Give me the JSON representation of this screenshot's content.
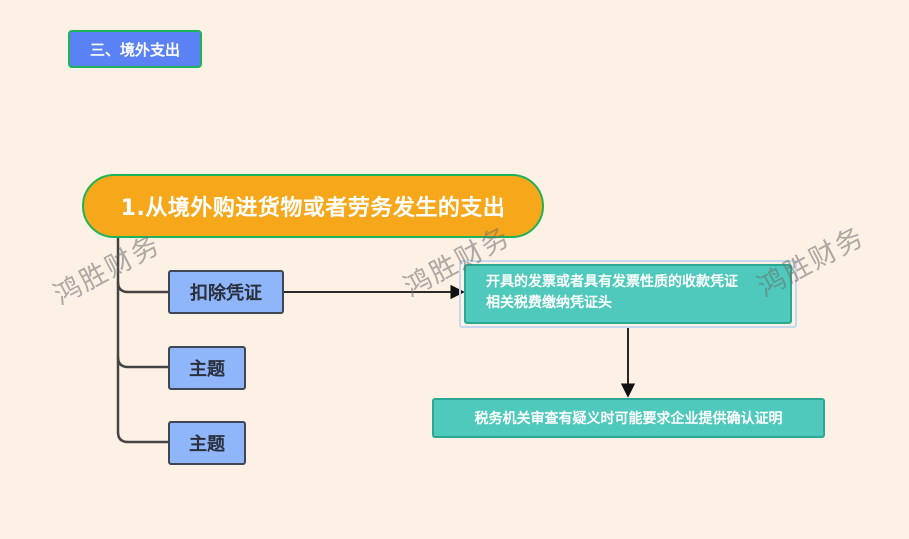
{
  "section_tag": "三、境外支出",
  "root_topic": "1.从境外购进货物或者劳务发生的支出",
  "sub_topics": [
    "扣除凭证",
    "主题",
    "主题"
  ],
  "note_1": {
    "line1": "开具的发票或者具有发票性质的收款凭证",
    "line2": "相关税费缴纳凭证头"
  },
  "note_2": "税务机关审查有疑义时可能要求企业提供确认证明",
  "watermark": "鸿胜财务",
  "colors": {
    "background": "#fdf0e4",
    "root": "#f6a81a",
    "sub_topic": "#8fb5fb",
    "note": "#4ec9bb",
    "section_tag": "#5b82f5",
    "border_green": "#1fb256"
  }
}
